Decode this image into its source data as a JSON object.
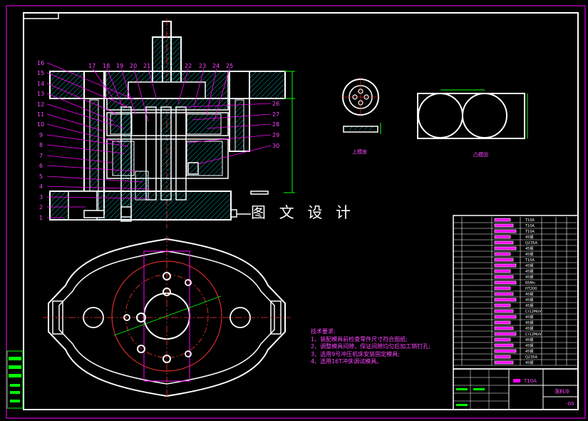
{
  "drawing": {
    "watermark": "图 文 设 计",
    "left_callouts": [
      "16",
      "15",
      "14",
      "13",
      "12",
      "11",
      "10",
      "9",
      "8",
      "7",
      "6",
      "5",
      "4",
      "3",
      "2",
      "1"
    ],
    "top_callouts": [
      "17",
      "18",
      "19",
      "20",
      "21",
      "22",
      "23",
      "24",
      "25"
    ],
    "right_callouts": [
      "26",
      "27",
      "28",
      "29",
      "30"
    ],
    "detail_views": {
      "upper": "上模座",
      "lower": "凸模固"
    },
    "tech_requirements": {
      "title": "技术要求:",
      "items": [
        "1、装配模具前检查零件尺寸符合图纸;",
        "2、调整模具间隙，保证间隙均匀后加工销钉孔;",
        "3、选用9号冲压机床安装固定模具;",
        "4、选用16T冲床调试模具。"
      ]
    },
    "title_block": {
      "material": "T10A",
      "name": "落料冲",
      "code": "-00"
    },
    "bom_materials": [
      "T10A",
      "T10A",
      "T10A",
      "45钢",
      "Q235A",
      "45钢",
      "45钢",
      "T10A",
      "45钢",
      "45钢",
      "45钢",
      "65Mn",
      "HT200",
      "45钢",
      "45钢",
      "45钢",
      "Cr12MoV",
      "45钢",
      "45钢",
      "45钢",
      "Cr12MoV",
      "45钢",
      "45钢",
      "45钢",
      "Q235A",
      "45钢"
    ],
    "colors": {
      "lines": "#ffffff",
      "parts": "#00ffff",
      "leaders": "#ff00ff",
      "text": "#ff44ff",
      "center": "#ff3333",
      "dims": "#00ff00"
    }
  }
}
